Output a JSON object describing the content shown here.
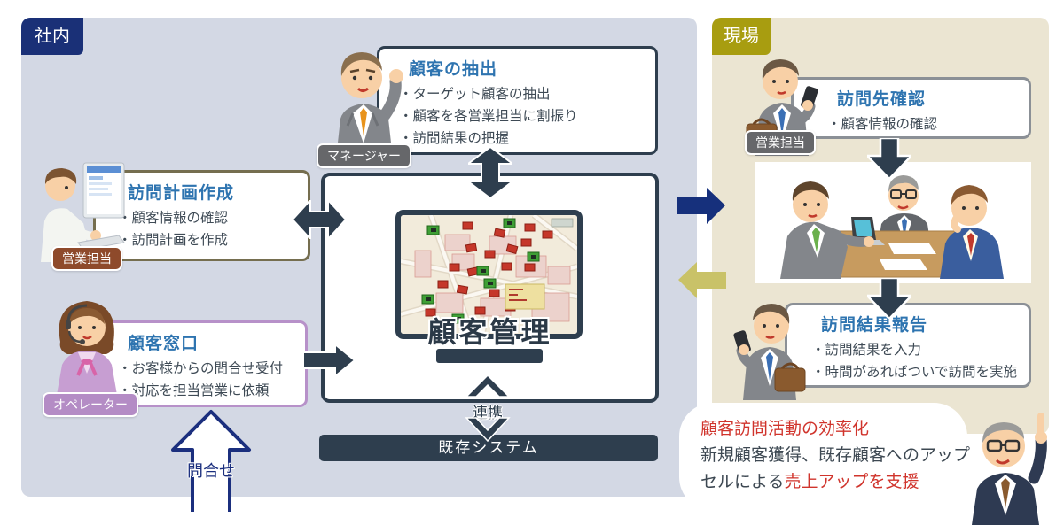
{
  "office": {
    "label": "社内",
    "extraction": {
      "title": "顧客の抽出",
      "bullets": [
        "・ターゲット顧客の抽出",
        "・顧客を各営業担当に割振り",
        "・訪問結果の把握"
      ],
      "actor": "マネージャー"
    },
    "plan": {
      "title": "訪問計画作成",
      "bullets": [
        "・顧客情報の確認",
        "・訪問計画を作成"
      ],
      "actor": "営業担当"
    },
    "desk": {
      "title": "顧客窓口",
      "bullets": [
        "・お客様からの問合せ受付",
        "・対応を担当営業に依頼"
      ],
      "actor": "オペレーター"
    },
    "inquiry_label": "問合せ"
  },
  "center": {
    "system_title": "顧客管理",
    "link_label": "連携",
    "legacy_system": "既存システム"
  },
  "field": {
    "label": "現場",
    "check": {
      "title": "訪問先確認",
      "bullets": [
        "・顧客情報の確認"
      ],
      "actor": "営業担当"
    },
    "report": {
      "title": "訪問結果報告",
      "bullets": [
        "・訪問結果を入力",
        "・時間があればついで訪問を実施"
      ]
    }
  },
  "callout": {
    "line1": "顧客訪問活動の効率化",
    "line2": "新規顧客獲得、既存顧客へのアップ",
    "line3_dark": "セルによる",
    "line3_red": "売上アップを支援"
  },
  "colors": {
    "slate": "#2e3e4e",
    "navy_arrow": "#16307c",
    "navy_label": "#1a3077",
    "olive_label": "#a89d10",
    "olive_arrow": "#c9c268",
    "office_bg": "#d3d8e4",
    "field_bg": "#ebe5d2",
    "title_blue": "#2e74b0",
    "body_text": "#3e4a55",
    "accent_red": "#d0342c"
  }
}
